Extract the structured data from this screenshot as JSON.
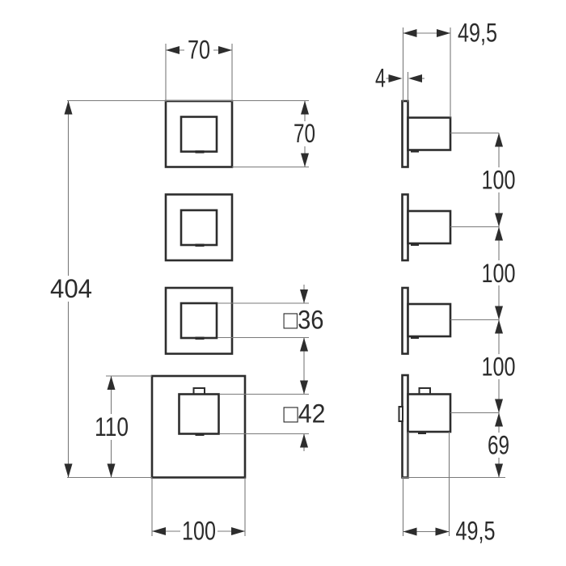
{
  "drawing": {
    "background": "#ffffff",
    "object_line_color": "#2d2d2d",
    "dim_line_color": "#7a7a7a",
    "text_color": "#2b2b2b",
    "front_view": {
      "plate_width": "70",
      "plate_height": "70",
      "total_height": "404",
      "bottom_plate_height": "110",
      "bottom_plate_width": "100",
      "small_knob_size": "□36",
      "large_knob_size": "□42"
    },
    "side_view": {
      "depth_top": "49,5",
      "plate_thickness": "4",
      "spacing_1": "100",
      "spacing_2": "100",
      "spacing_3": "100",
      "bottom_spacing": "69",
      "depth_bottom": "49,5"
    }
  }
}
